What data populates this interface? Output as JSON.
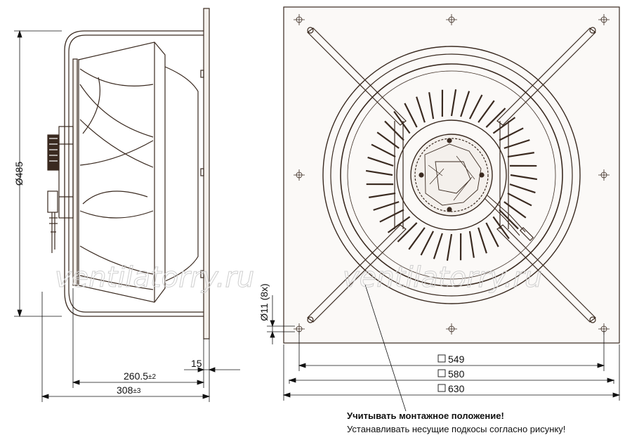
{
  "dimensions": {
    "diameter": "Ø485",
    "hole": "Ø11 (8x)",
    "depth_inner": "260.5",
    "depth_inner_tol": "±2",
    "depth_total": "308",
    "depth_total_tol": "±3",
    "flange": "15",
    "sq_549": "549",
    "sq_580": "580",
    "sq_630": "630"
  },
  "watermark": "ventilatorry.ru",
  "notes": {
    "line1": "Учитывать монтажное положение!",
    "line2": "Устанавливать несущие подкосы согласно рисунку!"
  },
  "colors": {
    "line": "#3a2a20",
    "bg": "#ffffff",
    "fill": "#f4f0ec"
  }
}
